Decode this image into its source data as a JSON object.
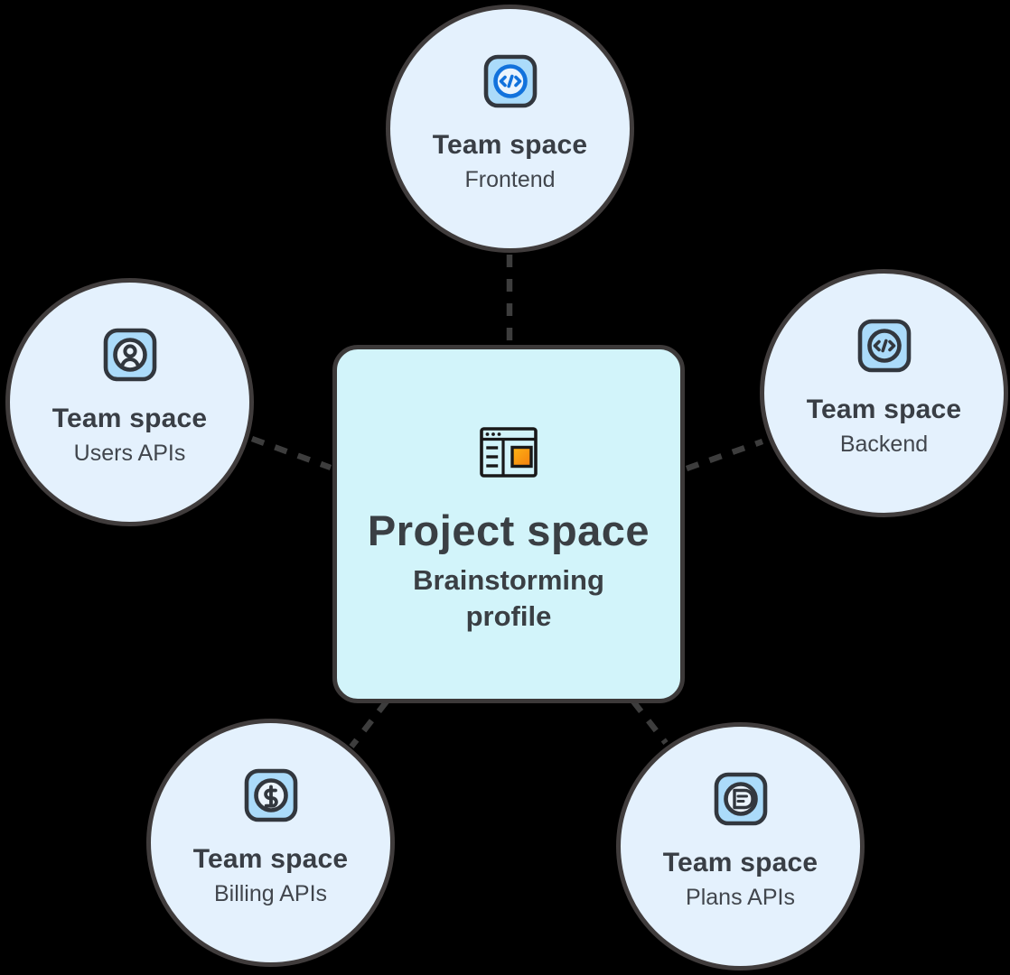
{
  "diagram": {
    "background": "#000000",
    "center": {
      "title": "Project space",
      "subtitle": "Brainstorming profile",
      "icon": "browser-window-icon"
    },
    "nodes": [
      {
        "id": "frontend",
        "title": "Team space",
        "subtitle": "Frontend",
        "icon": "code-circle-icon-blue"
      },
      {
        "id": "users-apis",
        "title": "Team space",
        "subtitle": "Users APIs",
        "icon": "user-circle-icon"
      },
      {
        "id": "backend",
        "title": "Team space",
        "subtitle": "Backend",
        "icon": "code-circle-icon-dark"
      },
      {
        "id": "billing-apis",
        "title": "Team space",
        "subtitle": "Billing APIs",
        "icon": "dollar-circle-icon"
      },
      {
        "id": "plans-apis",
        "title": "Team space",
        "subtitle": "Plans APIs",
        "icon": "flag-circle-icon"
      }
    ],
    "connectors": [
      {
        "from": "frontend",
        "to": "center"
      },
      {
        "from": "users-apis",
        "to": "center"
      },
      {
        "from": "backend",
        "to": "center"
      },
      {
        "from": "billing-apis",
        "to": "center"
      },
      {
        "from": "plans-apis",
        "to": "center"
      }
    ],
    "colors": {
      "node_fill": "#E4F1FD",
      "node_border": "#403C3C",
      "center_fill": "#D2F4FA",
      "connector": "#3D3D3D",
      "icon_square_fill": "#ABDBFA",
      "icon_inner_fill": "#EBF4FD",
      "icon_dark": "#32373E",
      "accent_blue": "#1272DC",
      "accent_orange": "#F89413",
      "text": "#3A3F45"
    }
  }
}
